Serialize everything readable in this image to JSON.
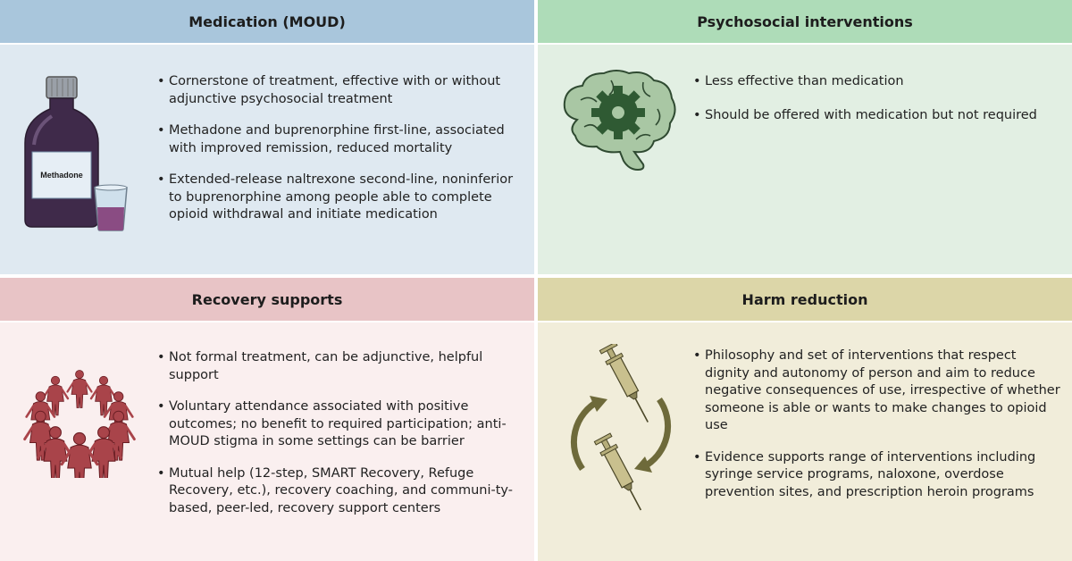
{
  "panels": {
    "medication": {
      "title": "Medication (MOUD)",
      "bottle_label": "Methadone",
      "bullets": [
        "Cornerstone of treatment, effective with or without adjunctive psychosocial treatment",
        "Methadone and buprenorphine first-line, associated with improved remission, reduced mortality",
        "Extended-release naltrexone second-line, noninferior to buprenorphine among people able to complete opioid withdrawal and initiate medication"
      ]
    },
    "psychosocial": {
      "title": "Psychosocial interventions",
      "bullets": [
        "Less effective than medication",
        "Should be offered with medication but not required"
      ]
    },
    "recovery": {
      "title": "Recovery supports",
      "bullets": [
        "Not formal treatment, can be adjunctive, helpful support",
        "Voluntary attendance associated with positive outcomes; no benefit to required participation; anti-MOUD stigma in some settings can be barrier",
        "Mutual help (12-step, SMART Recovery, Refuge Recovery, etc.), recovery coaching, and communi-ty-based, peer-led, recovery support centers"
      ]
    },
    "harm": {
      "title": "Harm reduction",
      "bullets": [
        "Philosophy and set of interventions that respect dignity and autonomy of person and aim to reduce negative consequences of use, irrespective of whether someone is able or wants to make changes to opioid use",
        "Evidence supports range of interventions including syringe service programs, naloxone, overdose prevention sites, and prescription heroin programs"
      ]
    }
  },
  "icons": {
    "medication": "methadone-bottle-icon",
    "psychosocial": "brain-gear-icon",
    "recovery": "people-circle-icon",
    "harm": "syringe-cycle-icon"
  },
  "colors": {
    "medication_header": "#a9c6dc",
    "medication_body": "#dfe9f1",
    "psychosocial_header": "#aedcb8",
    "psychosocial_body": "#e2efe3",
    "recovery_header": "#e8c4c6",
    "recovery_body": "#faefef",
    "harm_header": "#dcd6a8",
    "harm_body": "#f1edda"
  }
}
